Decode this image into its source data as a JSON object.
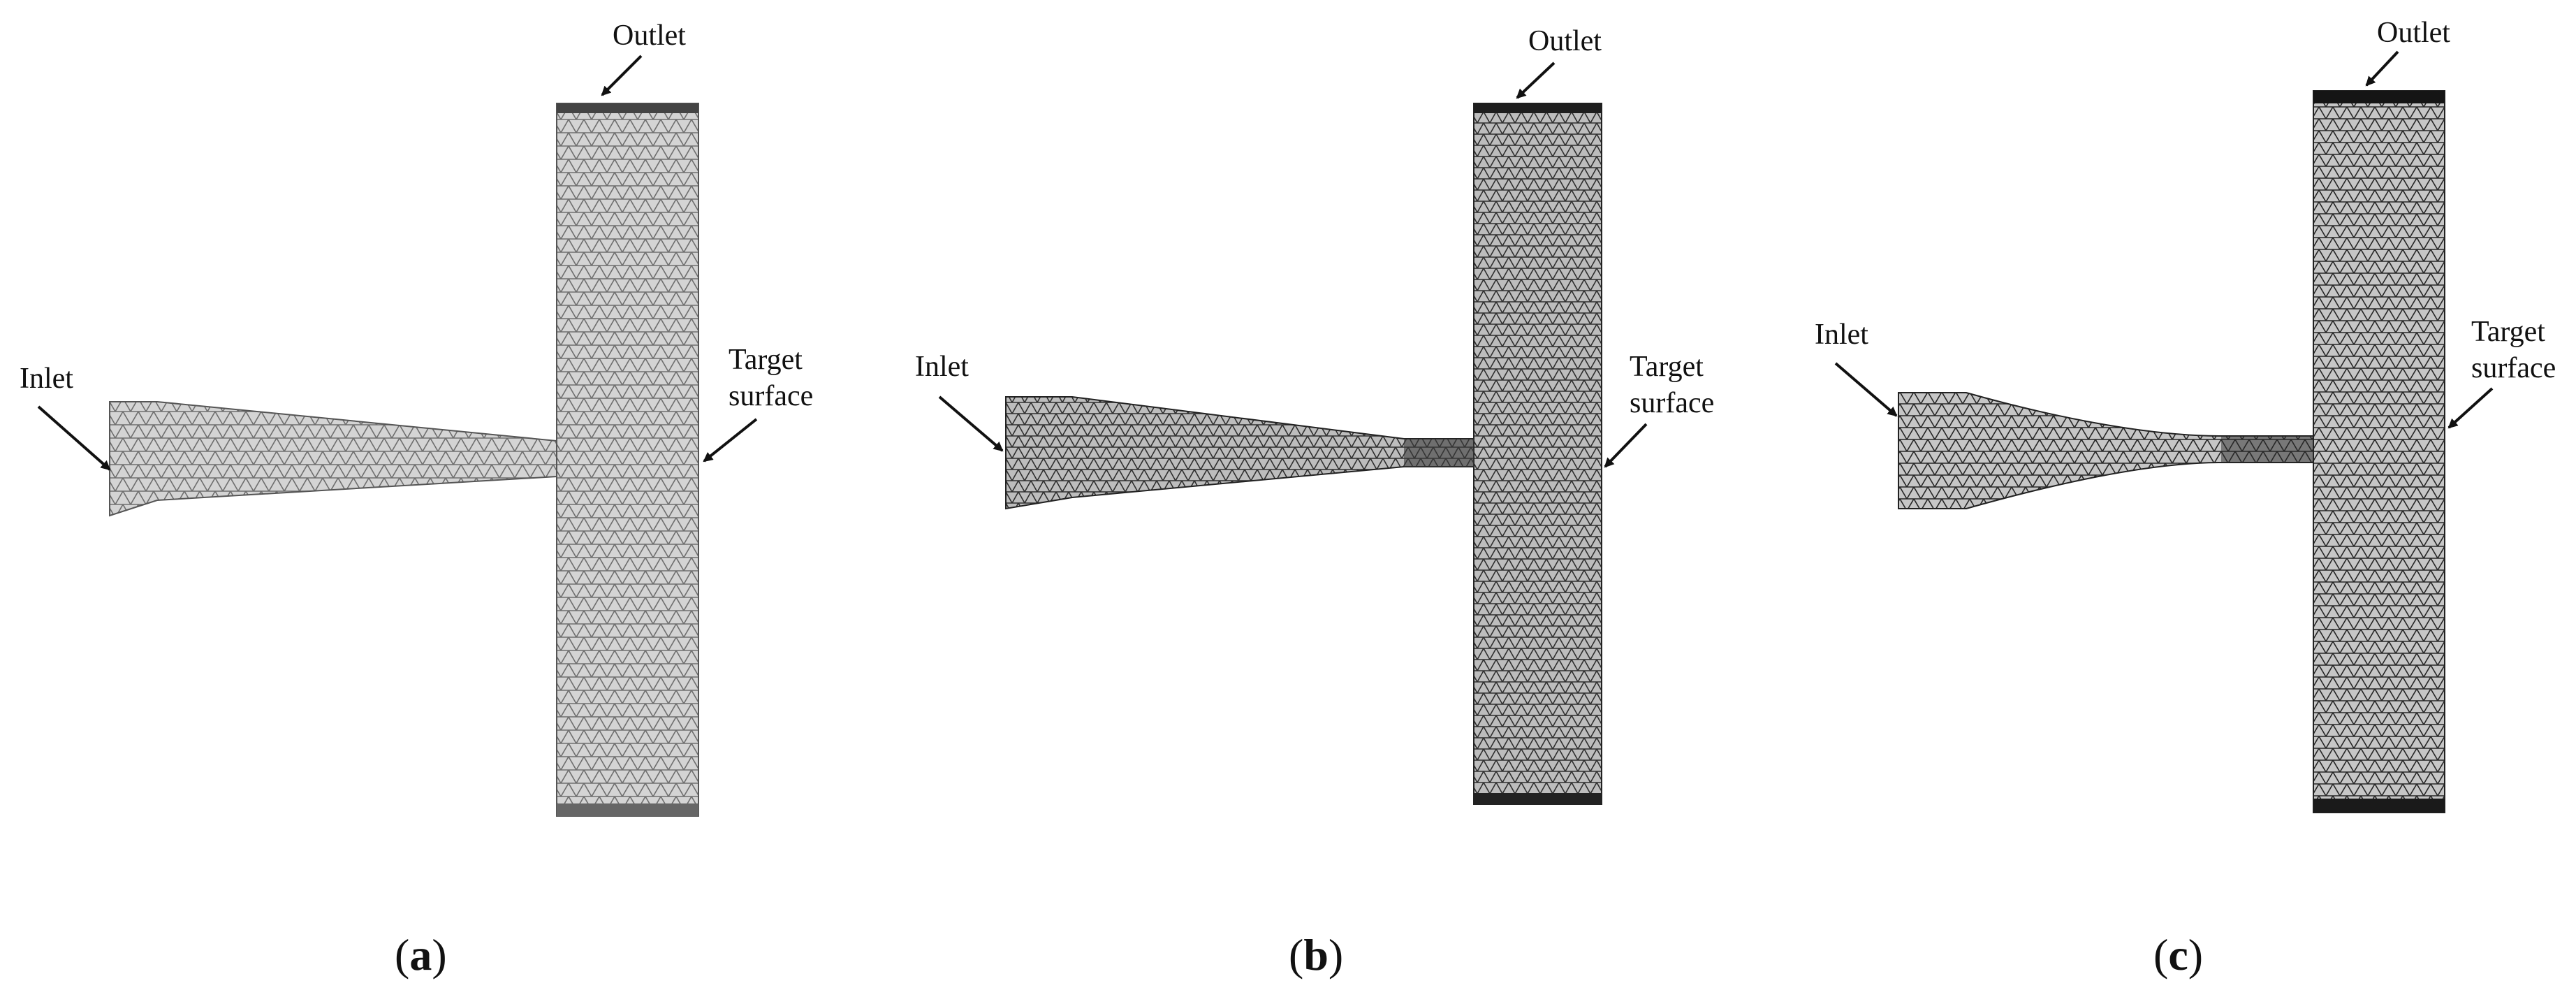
{
  "panels": [
    {
      "id": "a",
      "caption_open": "(",
      "caption_letter": "a",
      "caption_close": ")",
      "labels": {
        "inlet": "Inlet",
        "outlet": "Outlet",
        "target_line1": "Target",
        "target_line2": "surface"
      }
    },
    {
      "id": "b",
      "caption_open": "(",
      "caption_letter": "b",
      "caption_close": ")",
      "labels": {
        "inlet": "Inlet",
        "outlet": "Outlet",
        "target_line1": "Target",
        "target_line2": "surface"
      }
    },
    {
      "id": "c",
      "caption_open": "(",
      "caption_letter": "c",
      "caption_close": ")",
      "labels": {
        "inlet": "Inlet",
        "outlet": "Outlet",
        "target_line1": "Target",
        "target_line2": "surface"
      }
    }
  ],
  "colors": {
    "mesh_light": "#8a8a8a",
    "mesh_dark": "#3a3a3a",
    "text": "#111111",
    "arrow": "#111111"
  }
}
